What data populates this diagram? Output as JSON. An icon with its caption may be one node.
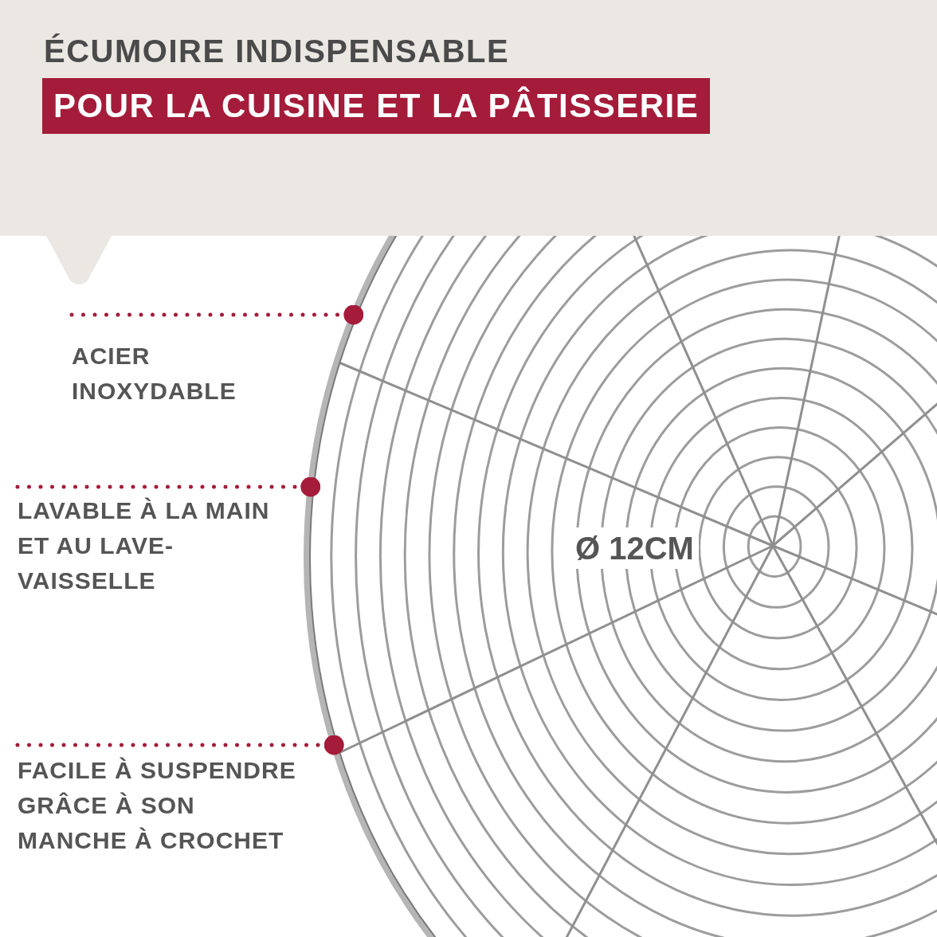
{
  "diagram": {
    "title": "ÉCUMOIRE INDISPENSABLE",
    "nodes": [
      {
        "text": [
          "ACIER INOXYDABLE"
        ]
      },
      {
        "text": [
          "LAVABLE À LA MAIN ET AU LAVE-VAISSELLE"
        ]
      },
      {
        "text": [
          "FACILE À SUSPENDRE GRÂCE À SON MANCHE À CROCHET"
        ]
      },
      {
        "text": [],
        "shape": "picture"
      }
    ],
    "edges": [
      {
        "from": 0,
        "to": 3,
        "arrow": "other"
      },
      {
        "from": 1,
        "to": 3,
        "arrow": "other"
      },
      {
        "from": 2,
        "to": 3,
        "arrow": "other"
      }
    ],
    "labels": [
      "POUR LA CUISINE ET LA PÂTISSERIE",
      "Ø 12CM"
    ]
  }
}
